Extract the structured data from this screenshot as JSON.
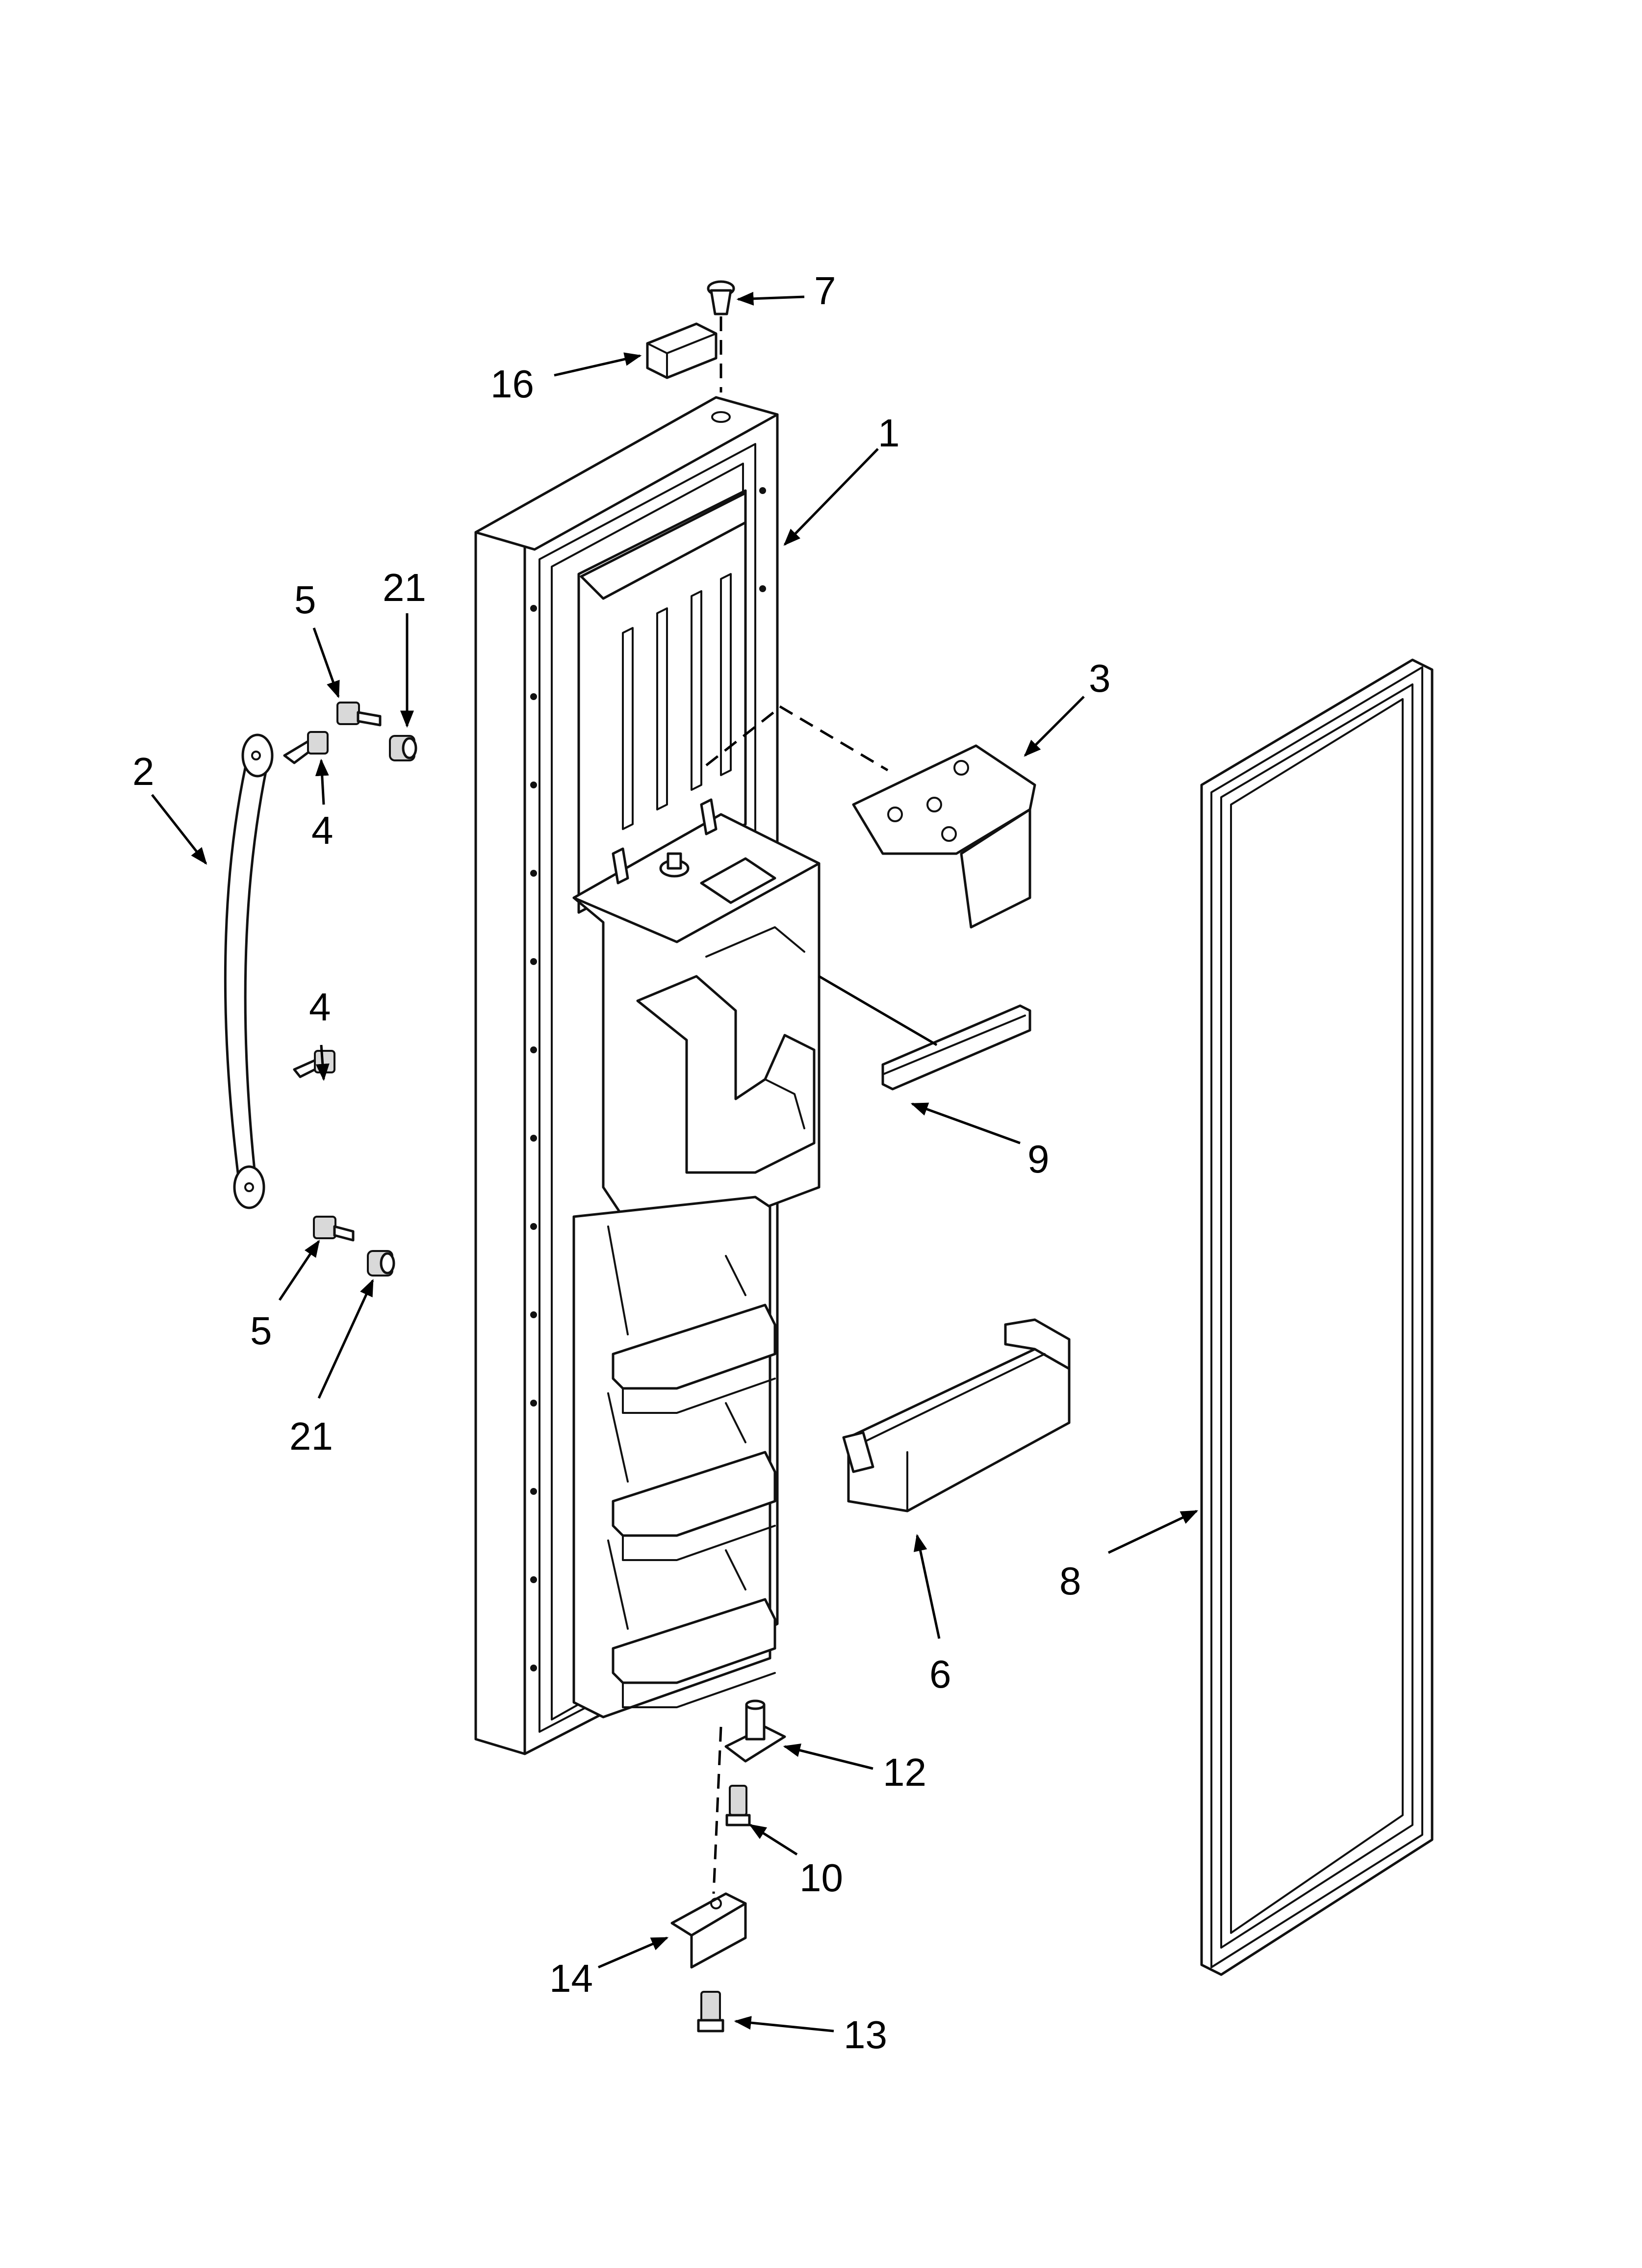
{
  "callouts": [
    {
      "id": "c1",
      "label": "1"
    },
    {
      "id": "c2",
      "label": "2"
    },
    {
      "id": "c3",
      "label": "3"
    },
    {
      "id": "c4a",
      "label": "4"
    },
    {
      "id": "c4b",
      "label": "4"
    },
    {
      "id": "c5a",
      "label": "5"
    },
    {
      "id": "c5b",
      "label": "5"
    },
    {
      "id": "c6",
      "label": "6"
    },
    {
      "id": "c7",
      "label": "7"
    },
    {
      "id": "c8",
      "label": "8"
    },
    {
      "id": "c9",
      "label": "9"
    },
    {
      "id": "c10",
      "label": "10"
    },
    {
      "id": "c12",
      "label": "12"
    },
    {
      "id": "c13",
      "label": "13"
    },
    {
      "id": "c14",
      "label": "14"
    },
    {
      "id": "c16",
      "label": "16"
    },
    {
      "id": "c21a",
      "label": "21"
    },
    {
      "id": "c21b",
      "label": "21"
    }
  ]
}
